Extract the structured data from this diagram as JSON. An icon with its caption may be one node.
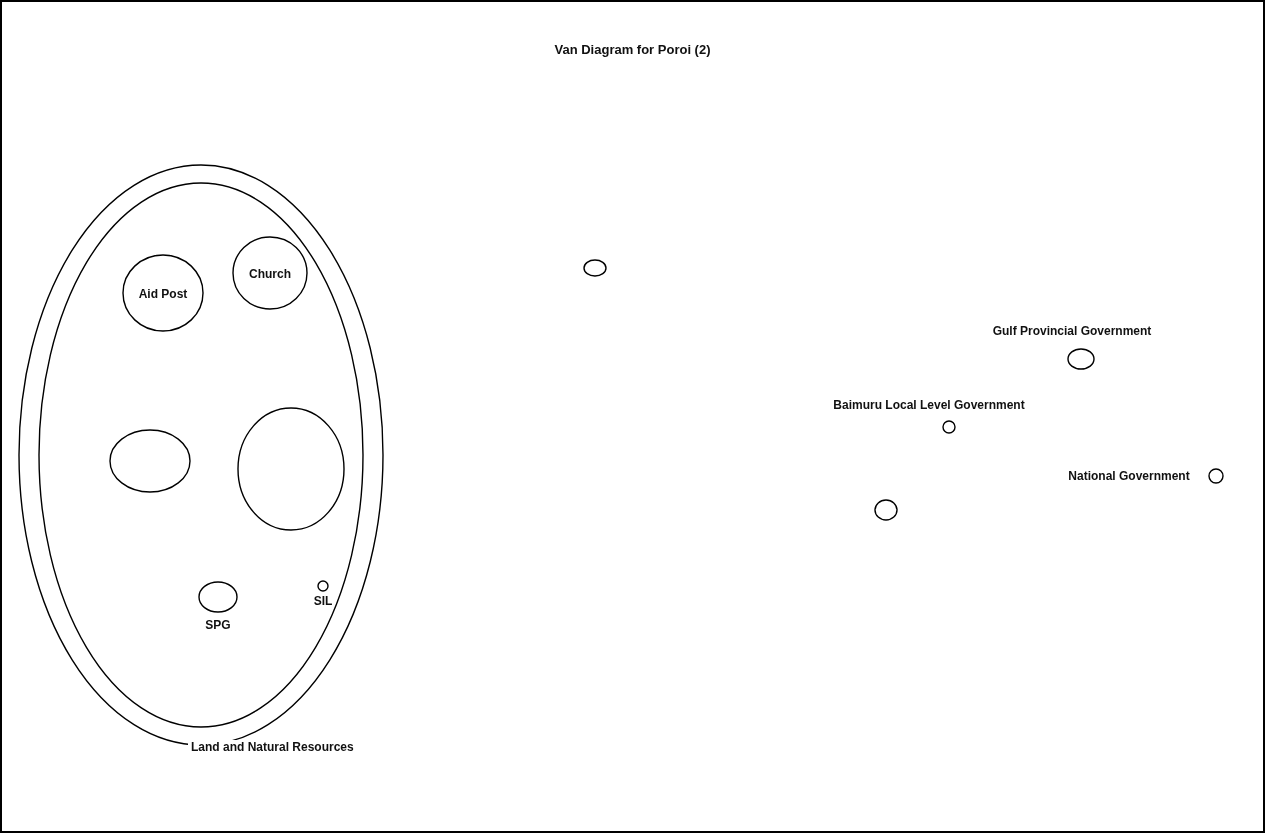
{
  "diagram": {
    "title": "Van Diagram for Poroi (2)",
    "nodes": [
      {
        "text": [
          "Land and Natural Resources"
        ]
      },
      {
        "text": [
          "Church"
        ],
        "in": 0
      },
      {
        "text": [
          "Aid Post"
        ],
        "in": 0
      },
      {
        "text": [],
        "shape": "circle",
        "in": 0
      },
      {
        "text": [],
        "shape": "circle",
        "in": 0
      },
      {
        "text": [
          "SIL"
        ],
        "in": 0
      },
      {
        "text": [
          "SPG"
        ],
        "in": 0
      },
      {
        "text": [],
        "shape": "circle"
      },
      {
        "text": [
          "Gulf Provincial Government"
        ]
      },
      {
        "text": [
          "Baimuru Local Level Government"
        ]
      },
      {
        "text": [
          "National Government"
        ]
      },
      {
        "text": [],
        "shape": "circle"
      }
    ]
  }
}
